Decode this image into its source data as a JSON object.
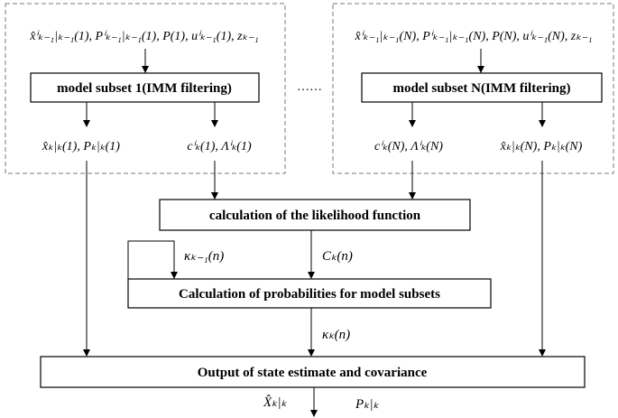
{
  "diagram": {
    "left_input": "x̂ⁱₖ₋₁|ₖ₋₁(1), Pⁱₖ₋₁|ₖ₋₁(1), P(1), uⁱₖ₋₁(1), zₖ₋₁",
    "right_input": "x̂ⁱₖ₋₁|ₖ₋₁(N), Pⁱₖ₋₁|ₖ₋₁(N), P(N), uⁱₖ₋₁(N), zₖ₋₁",
    "subset1_label": "model subset 1(IMM filtering)",
    "subsetN_label": "model subset N(IMM filtering)",
    "ellipsis": "……",
    "left_out_state": "x̂ₖ|ₖ(1), Pₖ|ₖ(1)",
    "left_out_c": "cⁱₖ(1), Λⁱₖ(1)",
    "right_out_c": "cⁱₖ(N), Λⁱₖ(N)",
    "right_out_state": "x̂ₖ|ₖ(N), Pₖ|ₖ(N)",
    "likelihood_label": "calculation of the likelihood function",
    "kappa_prev": "κₖ₋₁(n)",
    "C_label": "Cₖ(n)",
    "prob_label": "Calculation of probabilities for model subsets",
    "kappa_k": "κₖ(n)",
    "output_label": "Output of state estimate and covariance",
    "X_out": "X̂ₖ|ₖ",
    "P_out": "Pₖ|ₖ"
  },
  "colors": {
    "line": "#000000",
    "dashed_border": "#7a7a7a",
    "background": "#ffffff"
  }
}
